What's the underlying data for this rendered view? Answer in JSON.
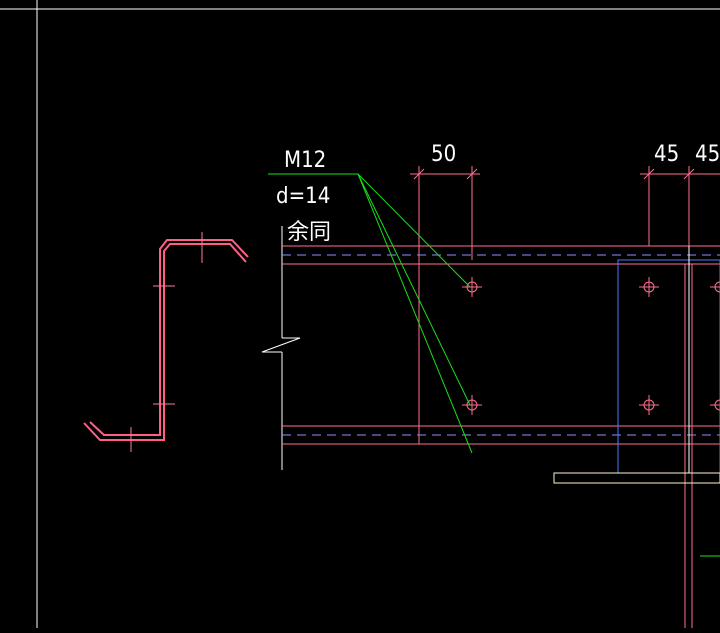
{
  "colors": {
    "background": "#000000",
    "frame": "#ffffff",
    "steel_outline": "#ff6f8f",
    "centerline": "#8f8fff",
    "leader": "#19e019",
    "plate": "#4a7aff",
    "base_plate": "#fff4c8",
    "text": "#ffffff",
    "zee_section": "#ff5f87"
  },
  "annotations": {
    "bolt_spec": "M12",
    "hole_diameter": "d=14",
    "remark": "余同"
  },
  "dimensions": {
    "spacing_left": "50",
    "spacing_right_1": "45",
    "spacing_right_2": "45"
  },
  "icons": {
    "bolt_marker": "crosshair-circle-icon",
    "break_line": "zigzag-break-icon"
  }
}
